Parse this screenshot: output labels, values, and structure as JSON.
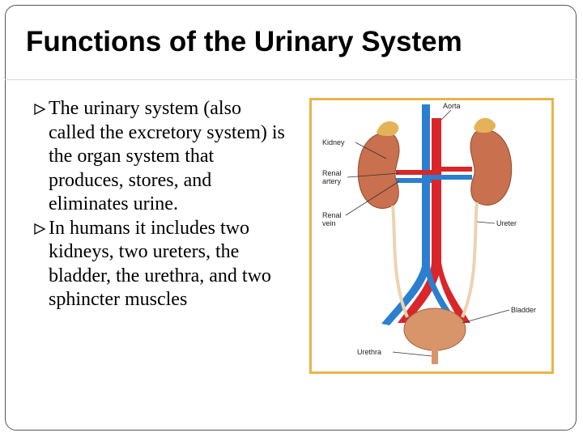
{
  "slide": {
    "title": "Functions of the Urinary System",
    "bullets": [
      "The urinary system (also called the excretory system) is the organ system that produces, stores, and eliminates urine.",
      "In humans it includes two kidneys, two ureters, the bladder, the urethra, and two sphincter muscles"
    ],
    "bullet_icon": "hollow-triangle-bullet"
  },
  "figure": {
    "labels": {
      "aorta": "Aorta",
      "kidney": "Kidney",
      "renal_artery_1": "Renal",
      "renal_artery_2": "artery",
      "renal_vein_1": "Renal",
      "renal_vein_2": "vein",
      "ureter": "Ureter",
      "bladder": "Bladder",
      "urethra": "Urethra"
    },
    "colors": {
      "frame": "#e8b54a",
      "artery": "#d8262a",
      "vein": "#2a7fd0",
      "kidney": "#c9704e",
      "adrenal": "#e5b357",
      "ureter": "#ecd3b0",
      "bladder": "#d9956a"
    }
  }
}
